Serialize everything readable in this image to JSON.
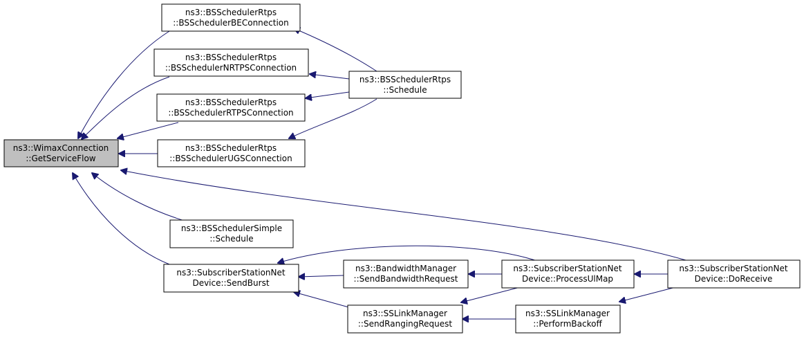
{
  "colors": {
    "edge": "#191970",
    "root_fill": "#bfbfbf",
    "node_fill": "#ffffff",
    "node_border": "#000000"
  },
  "nodes": {
    "root": {
      "line1": "ns3::WimaxConnection",
      "line2": "::GetServiceFlow"
    },
    "be": {
      "line1": "ns3::BSSchedulerRtps",
      "line2": "::BSSchedulerBEConnection"
    },
    "nrtps": {
      "line1": "ns3::BSSchedulerRtps",
      "line2": "::BSSchedulerNRTPSConnection"
    },
    "rtps": {
      "line1": "ns3::BSSchedulerRtps",
      "line2": "::BSSchedulerRTPSConnection"
    },
    "ugs": {
      "line1": "ns3::BSSchedulerRtps",
      "line2": "::BSSchedulerUGSConnection"
    },
    "sched": {
      "line1": "ns3::BSSchedulerRtps",
      "line2": "::Schedule"
    },
    "simple": {
      "line1": "ns3::BSSchedulerSimple",
      "line2": "::Schedule"
    },
    "burst": {
      "line1": "ns3::SubscriberStationNet",
      "line2": "Device::SendBurst"
    },
    "bw": {
      "line1": "ns3::BandwidthManager",
      "line2": "::SendBandwidthRequest"
    },
    "ranging": {
      "line1": "ns3::SSLinkManager",
      "line2": "::SendRangingRequest"
    },
    "ulmap": {
      "line1": "ns3::SubscriberStationNet",
      "line2": "Device::ProcessUlMap"
    },
    "backoff": {
      "line1": "ns3::SSLinkManager",
      "line2": "::PerformBackoff"
    },
    "receive": {
      "line1": "ns3::SubscriberStationNet",
      "line2": "Device::DoReceive"
    }
  }
}
